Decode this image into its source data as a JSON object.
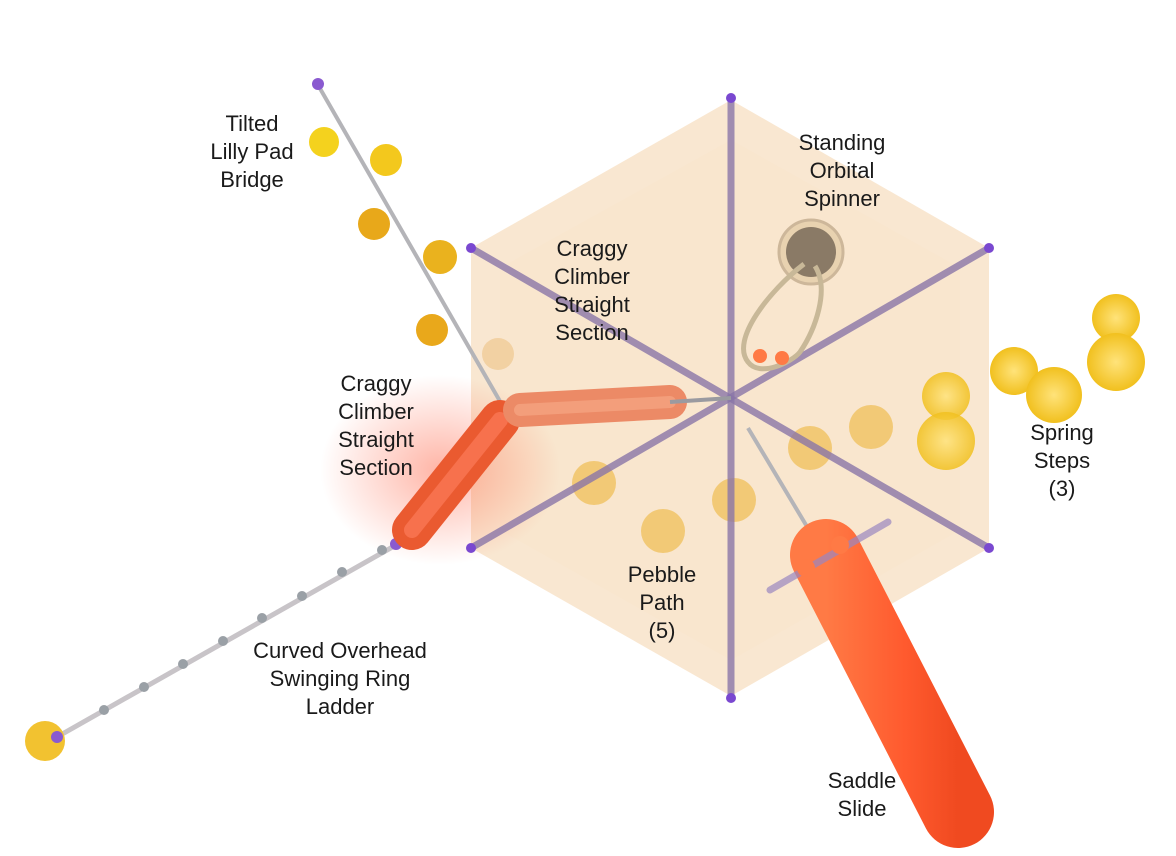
{
  "labels": {
    "lilly_pad": [
      "Tilted",
      "Lilly Pad",
      "Bridge"
    ],
    "orbital": [
      "Standing",
      "Orbital",
      "Spinner"
    ],
    "craggy_top": [
      "Craggy",
      "Climber",
      "Straight",
      "Section"
    ],
    "craggy_left": [
      "Craggy",
      "Climber",
      "Straight",
      "Section"
    ],
    "spring": [
      "Spring",
      "Steps",
      "(3)"
    ],
    "pebble": [
      "Pebble",
      "Path",
      "(5)"
    ],
    "ring_ladder": [
      "Curved Overhead",
      "Swinging Ring",
      "Ladder"
    ],
    "saddle": [
      "Saddle",
      "Slide"
    ]
  },
  "colors": {
    "canopy": "#f6d9b4",
    "post": "#8a76a8",
    "yellow": "#f2c230",
    "orange": "#ff6b3d",
    "climber": "#ea7f5a",
    "steel": "#b8b8bd"
  }
}
